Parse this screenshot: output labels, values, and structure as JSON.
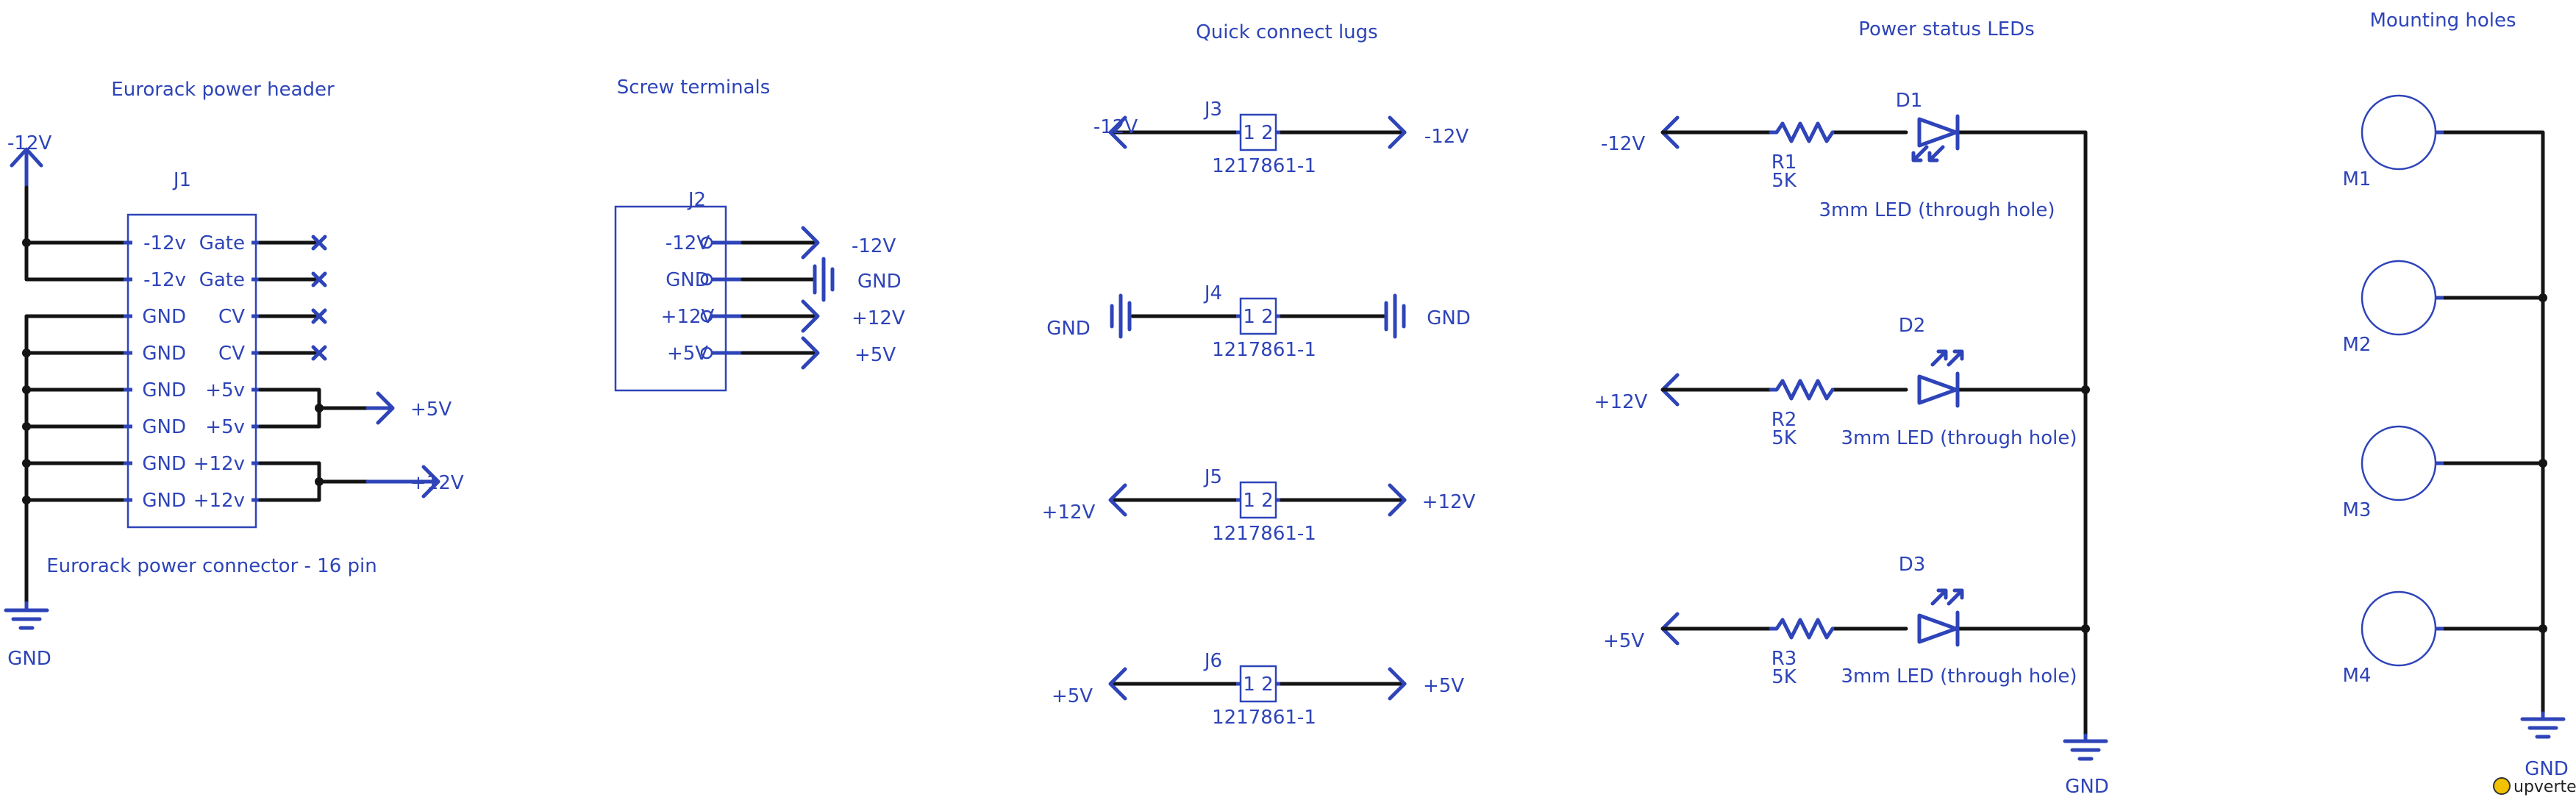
{
  "colors": {
    "symbol": "#2e44b8",
    "wire": "#141414",
    "background": "#ffffff"
  },
  "sections": {
    "eurorack": "Eurorack power header",
    "screw": "Screw terminals",
    "lugs": "Quick connect lugs",
    "leds": "Power status LEDs",
    "mounting": "Mounting holes"
  },
  "j1": {
    "ref": "J1",
    "description": "Eurorack power connector - 16 pin",
    "left_pins": [
      "-12v",
      "-12v",
      "GND",
      "GND",
      "GND",
      "GND",
      "GND",
      "GND"
    ],
    "right_pins": [
      "Gate",
      "Gate",
      "CV",
      "CV",
      "+5v",
      "+5v",
      "+12v",
      "+12v"
    ]
  },
  "j2": {
    "ref": "J2",
    "pins": [
      "-12V",
      "GND",
      "+12V",
      "+5V"
    ]
  },
  "lugs": [
    {
      "ref": "J3",
      "part": "1217861-1",
      "left": "-12V",
      "right": "-12V",
      "kind": "arrow"
    },
    {
      "ref": "J4",
      "part": "1217861-1",
      "left": "GND",
      "right": "GND",
      "kind": "gnd"
    },
    {
      "ref": "J5",
      "part": "1217861-1",
      "left": "+12V",
      "right": "+12V",
      "kind": "arrow"
    },
    {
      "ref": "J6",
      "part": "1217861-1",
      "left": "+5V",
      "right": "+5V",
      "kind": "arrow"
    }
  ],
  "lug_pins": "1 2",
  "net_labels": {
    "neg12": "-12V",
    "pos5": "+5V",
    "pos12": "+12V",
    "gnd": "GND",
    "j2_neg12": "-12V",
    "j2_gnd": "GND",
    "j2_pos12": "+12V",
    "j2_pos5": "+5V"
  },
  "leds": [
    {
      "ref": "D1",
      "r_ref": "R1",
      "r_val": "5K",
      "net": "-12V",
      "desc": "3mm LED (through hole)"
    },
    {
      "ref": "D2",
      "r_ref": "R2",
      "r_val": "5K",
      "net": "+12V",
      "desc": "3mm LED (through hole)"
    },
    {
      "ref": "D3",
      "r_ref": "R3",
      "r_val": "5K",
      "net": "+5V",
      "desc": "3mm LED (through hole)"
    }
  ],
  "leds_gnd": "GND",
  "mounting": {
    "holes": [
      "M1",
      "M2",
      "M3",
      "M4"
    ],
    "gnd": "GND"
  },
  "logo": "upverter",
  "logo_icon": "upverter-logo-icon"
}
